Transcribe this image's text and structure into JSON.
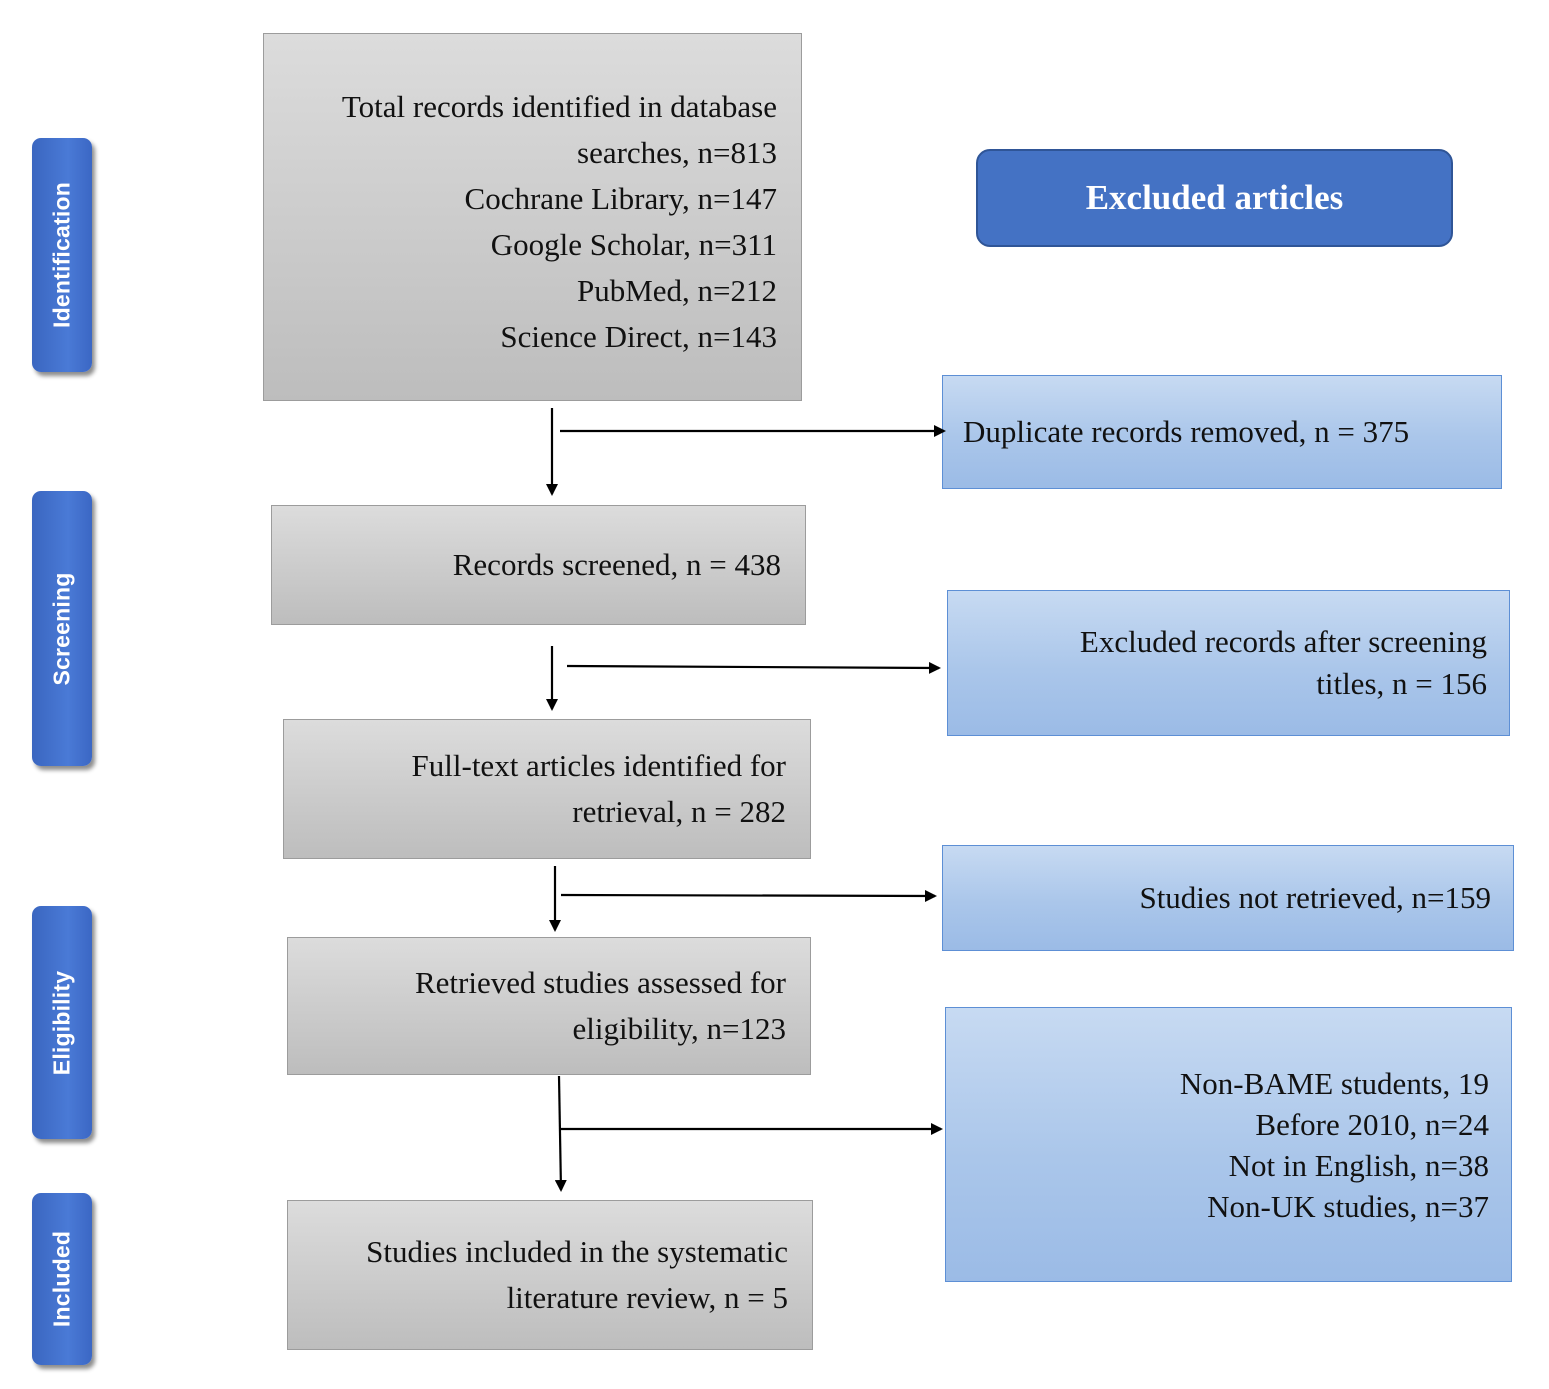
{
  "stages": {
    "identification": "Identification",
    "screening": "Screening",
    "eligibility": "Eligibility",
    "included": "Included"
  },
  "excluded_header": "Excluded articles",
  "flow": {
    "identified": {
      "lines": [
        "Total records identified in database",
        "searches, n=813",
        "Cochrane Library, n=147",
        "Google Scholar, n=311",
        "PubMed, n=212",
        "Science Direct, n=143"
      ]
    },
    "screened": {
      "lines": [
        "Records screened, n = 438"
      ]
    },
    "fulltext": {
      "lines": [
        "Full-text articles identified for",
        "retrieval, n = 282"
      ]
    },
    "assessed": {
      "lines": [
        "Retrieved studies assessed for",
        "eligibility, n=123"
      ]
    },
    "included": {
      "lines": [
        "Studies included in the systematic",
        "literature review, n = 5"
      ]
    }
  },
  "exclusions": {
    "duplicates": {
      "lines": [
        "Duplicate records removed, n = 375"
      ]
    },
    "titles": {
      "lines": [
        "Excluded records after screening",
        "titles, n = 156"
      ]
    },
    "not_retrieved": {
      "lines": [
        "Studies not retrieved, n=159"
      ]
    },
    "ineligible": {
      "lines": [
        "Non-BAME students, 19",
        "Before 2010, n=24",
        "Not in English, n=38",
        "Non-UK studies, n=37"
      ]
    }
  }
}
